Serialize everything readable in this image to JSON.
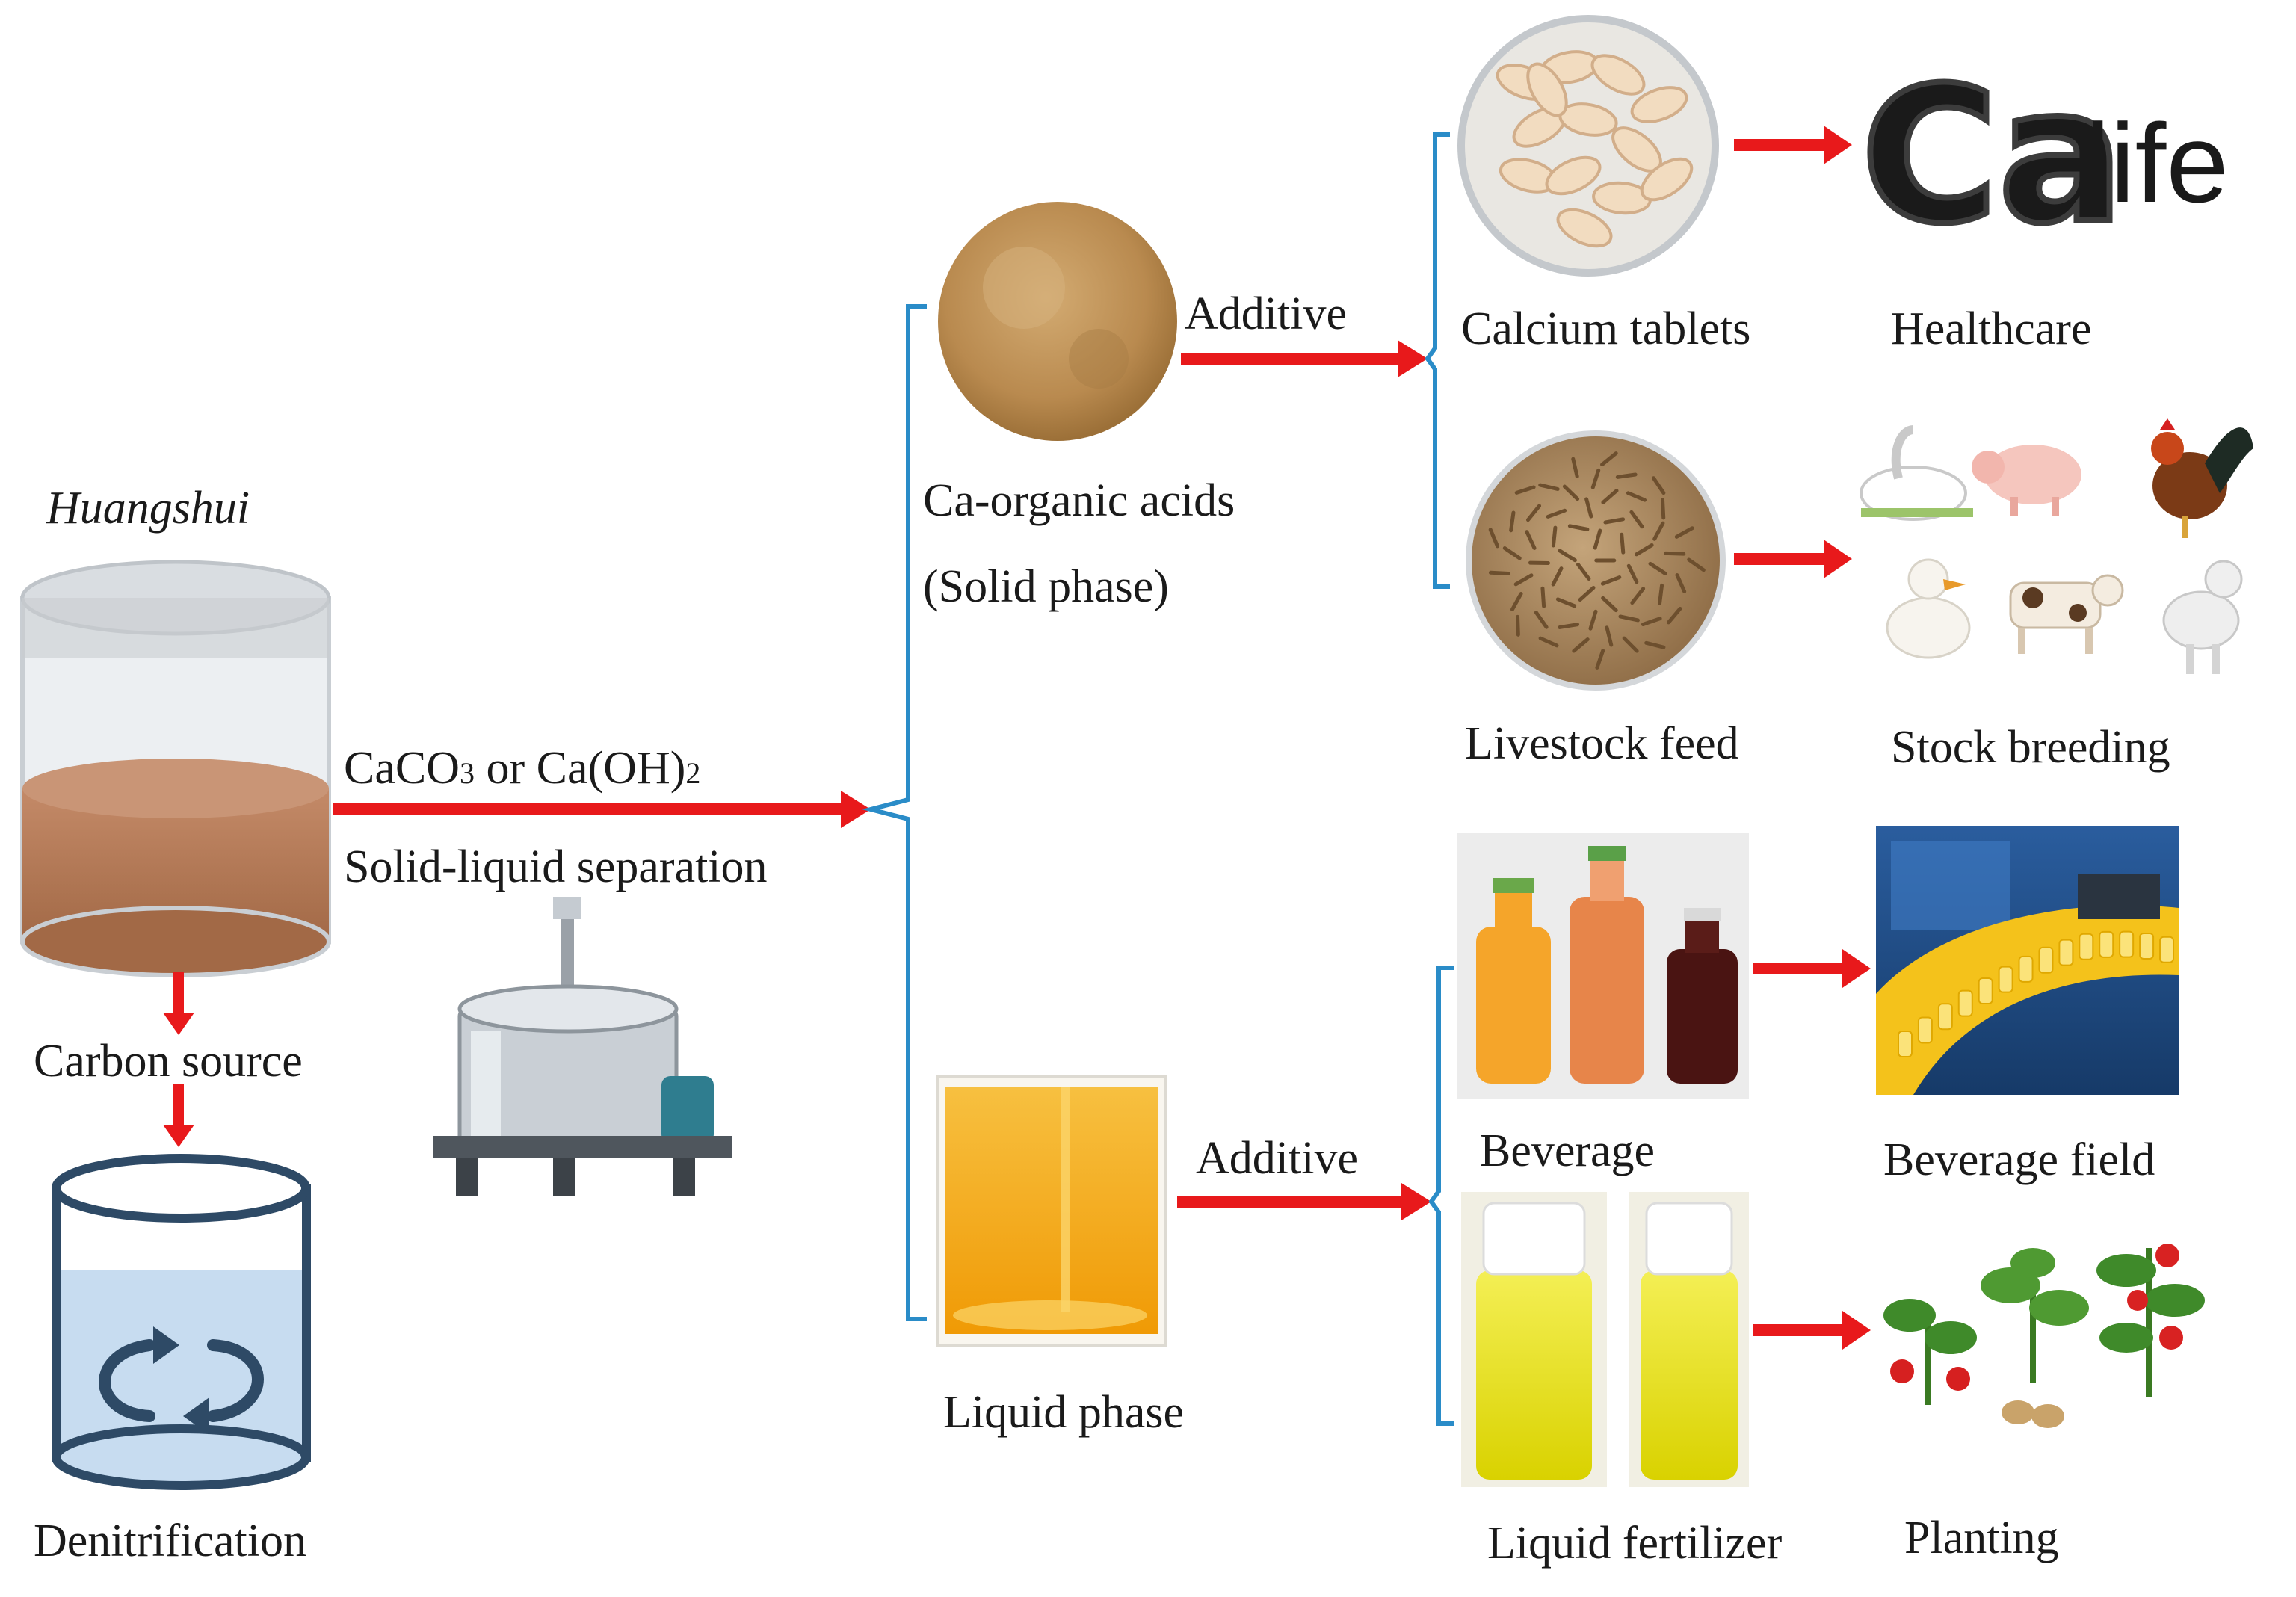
{
  "colors": {
    "arrow": "#e8191b",
    "bracket": "#2a8cc8",
    "ca_logo": "#b9a79a",
    "life_logo": "#22b24a",
    "powder": "#b98a4f",
    "liquid": "#f3a80f"
  },
  "diagram": {
    "source_label": "Huangshui",
    "carbon_source": "Carbon source",
    "denitrification": "Denitrification",
    "reagent_parts": {
      "ca": "CaCO",
      "sub3": "3",
      "or": " or Ca(OH)",
      "sub2": "2"
    },
    "separation": "Solid-liquid separation",
    "solid_phase_line1": "Ca-organic acids",
    "solid_phase_line2": "(Solid phase)",
    "liquid_phase": "Liquid phase",
    "additive_top": "Additive",
    "additive_bottom": "Additive",
    "calcium_tablets": "Calcium tablets",
    "healthcare": "Healthcare",
    "livestock_feed": "Livestock  feed",
    "stock_breeding": "Stock breeding",
    "beverage": "Beverage",
    "beverage_field": "Beverage  field",
    "liquid_fertilizer": "Liquid fertilizer",
    "planting": "Planting",
    "logo_ca": "Ca",
    "logo_life": "life"
  },
  "icons": {
    "tank": "fermentation-tank-icon",
    "reactor": "denitrification-reactor-icon",
    "centrifuge": "centrifuge-icon",
    "cycle": "cycle-arrows-icon",
    "powder": "powder-dish-icon",
    "liquid": "liquid-beaker-icon",
    "tablets": "calcium-tablets-icon",
    "feed": "feed-pellets-icon",
    "animals": "livestock-animals-icon",
    "bottles": "beverage-bottles-icon",
    "line": "bottling-line-icon",
    "fertilizer": "fertilizer-bottles-icon",
    "plants": "plants-icon"
  }
}
